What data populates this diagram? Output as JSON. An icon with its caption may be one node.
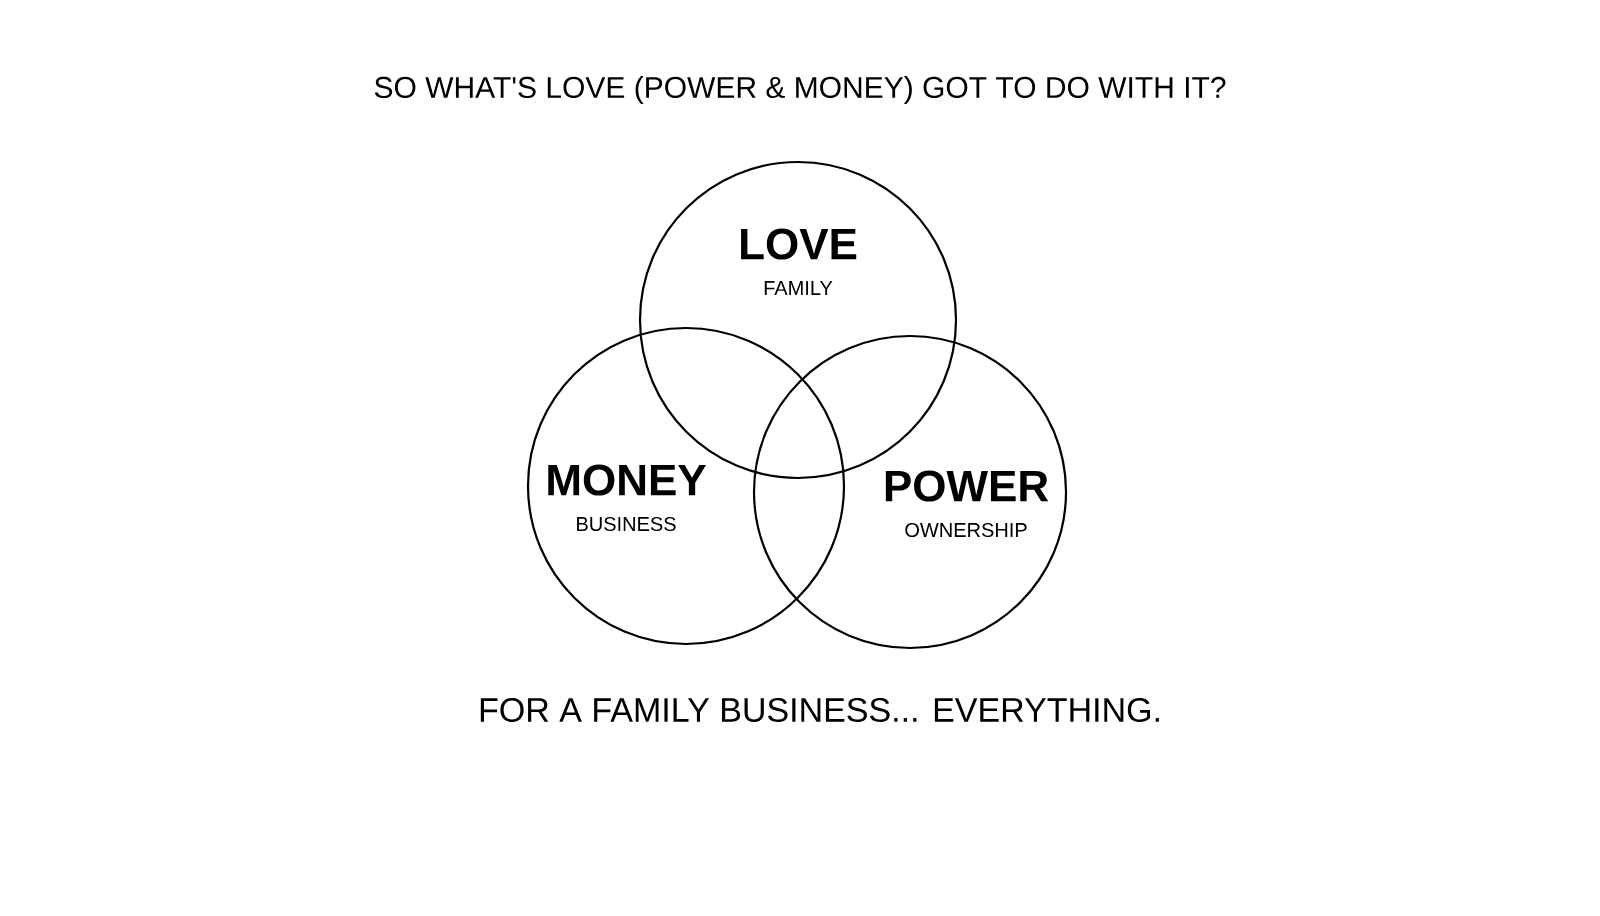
{
  "diagram": {
    "title": "SO WHAT'S LOVE (POWER & MONEY) GOT TO DO WITH IT?",
    "caption": "FOR A FAMILY BUSINESS... EVERYTHING.",
    "nodes": [
      {
        "text": [
          "LOVE",
          "FAMILY"
        ]
      },
      {
        "text": [
          "MONEY",
          "BUSINESS"
        ]
      },
      {
        "text": [
          "POWER",
          "OWNERSHIP"
        ]
      }
    ]
  }
}
